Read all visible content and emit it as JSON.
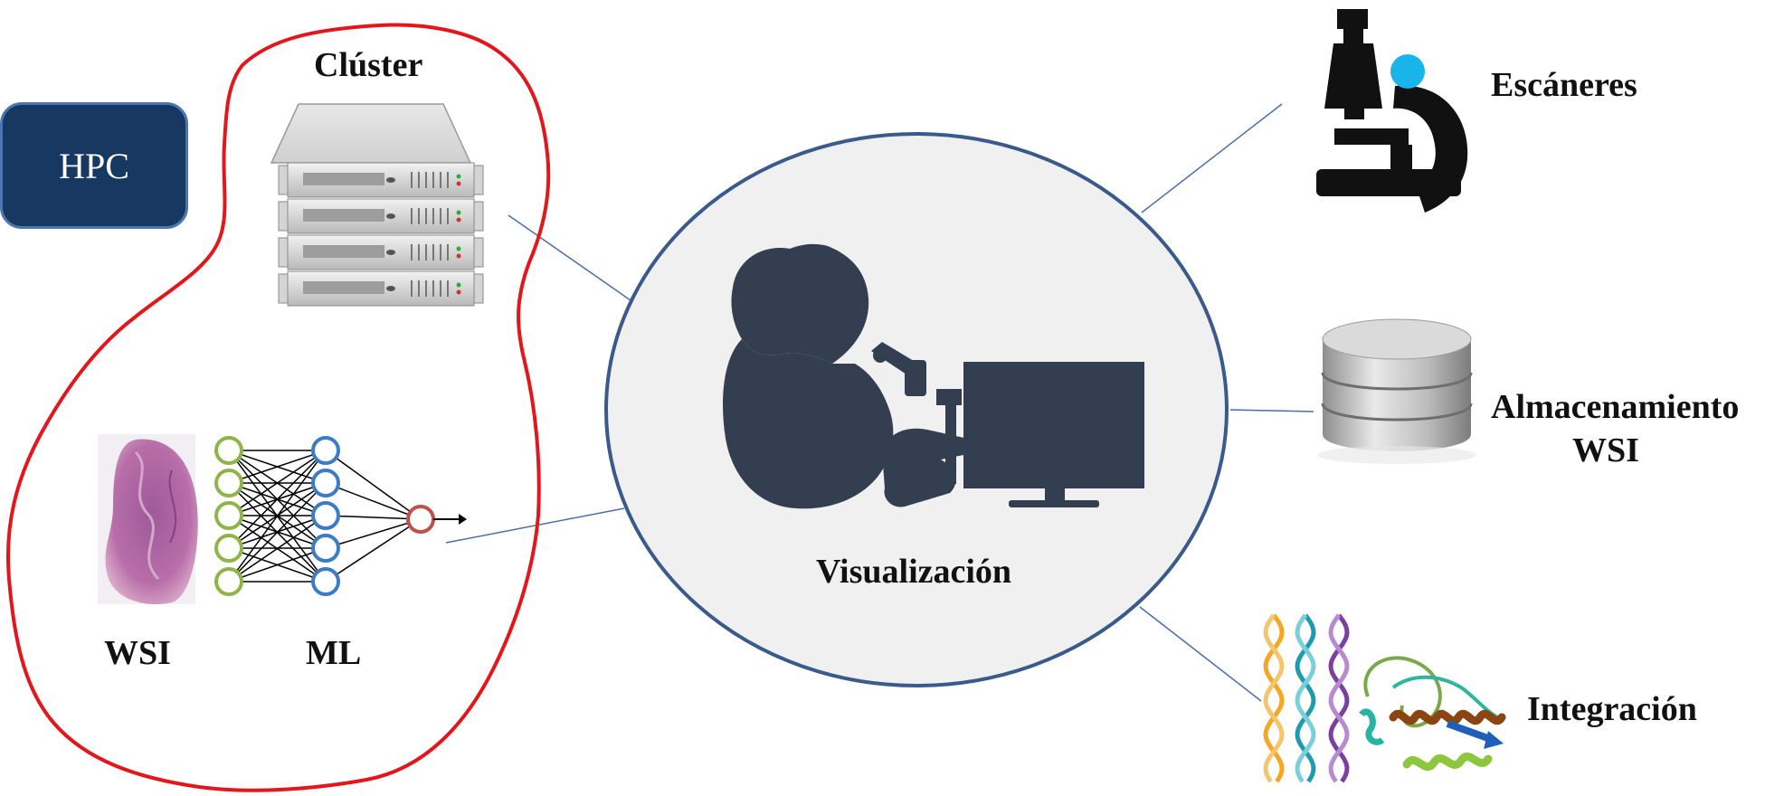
{
  "hpc": {
    "label": "HPC"
  },
  "cluster": {
    "label": "Clúster"
  },
  "pipeline": {
    "wsi_label": "WSI",
    "ml_label": "ML"
  },
  "center": {
    "label": "Visualización"
  },
  "nodes": {
    "scanners": "Escáneres",
    "storage_line1": "Almacenamiento",
    "storage_line2": "WSI",
    "integration": "Integración"
  },
  "colors": {
    "hpc_fill": "#173961",
    "cluster_outline": "#e3161b",
    "circle_outline": "#3b5a8c",
    "circle_fill": "#f0f0f0",
    "silhouette": "#333f50",
    "connector": "#4a6fa8",
    "nn_input": "#8fb44a",
    "nn_hidden": "#3c7bc5",
    "nn_output": "#c0504d",
    "scope_dot": "#19b4ea"
  },
  "icons": [
    "server-rack-icon",
    "tissue-slide-icon",
    "neural-network-icon",
    "pathologist-microscope-icon",
    "microscope-icon",
    "database-icon",
    "dna-protein-icon"
  ]
}
